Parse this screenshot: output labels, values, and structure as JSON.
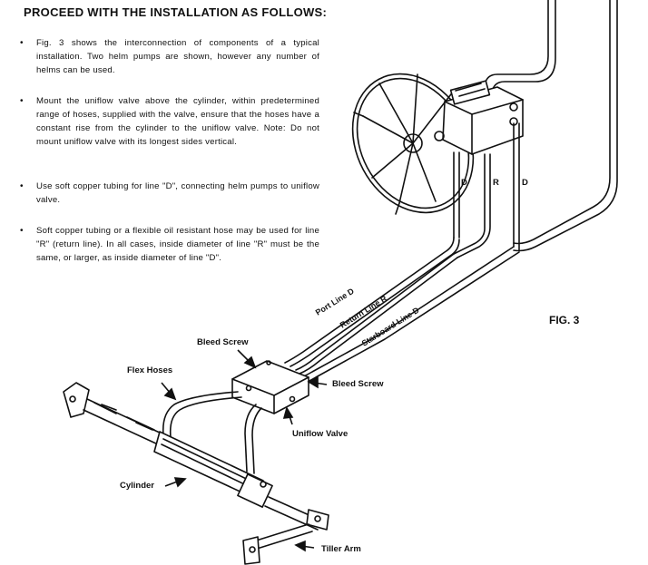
{
  "heading": "PROCEED WITH THE INSTALLATION AS FOLLOWS:",
  "bullets": [
    "Fig. 3 shows the interconnection of components of a typical installation. Two helm pumps are shown, however any number of helms can be used.",
    "Mount the uniflow valve above the cylinder, within predetermined range of hoses, supplied with the valve, ensure that the hoses have a constant rise from the cylinder to the uniflow valve. Note: Do not mount uniflow valve with its longest sides vertical.",
    "Use soft copper tubing for line \"D\", connecting helm pumps to uniflow valve.",
    "Soft copper tubing or a flexible oil resistant hose may be used for line \"R\" (return line). In all cases, inside diameter of line \"R\" must be the same, or larger, as inside diameter of line \"D\"."
  ],
  "figure": {
    "fig_label": "FIG. 3",
    "labels": {
      "bleed_screw_top": "Bleed Screw",
      "bleed_screw_right": "Bleed Screw",
      "flex_hoses": "Flex Hoses",
      "uniflow_valve": "Uniflow Valve",
      "cylinder": "Cylinder",
      "tiller_arm": "Tiller Arm",
      "port_line": "Port Line D",
      "return_line": "Return Line R",
      "starboard_line": "Starboard Line D",
      "d_left": "D",
      "r_mid": "R",
      "d_right": "D"
    }
  }
}
